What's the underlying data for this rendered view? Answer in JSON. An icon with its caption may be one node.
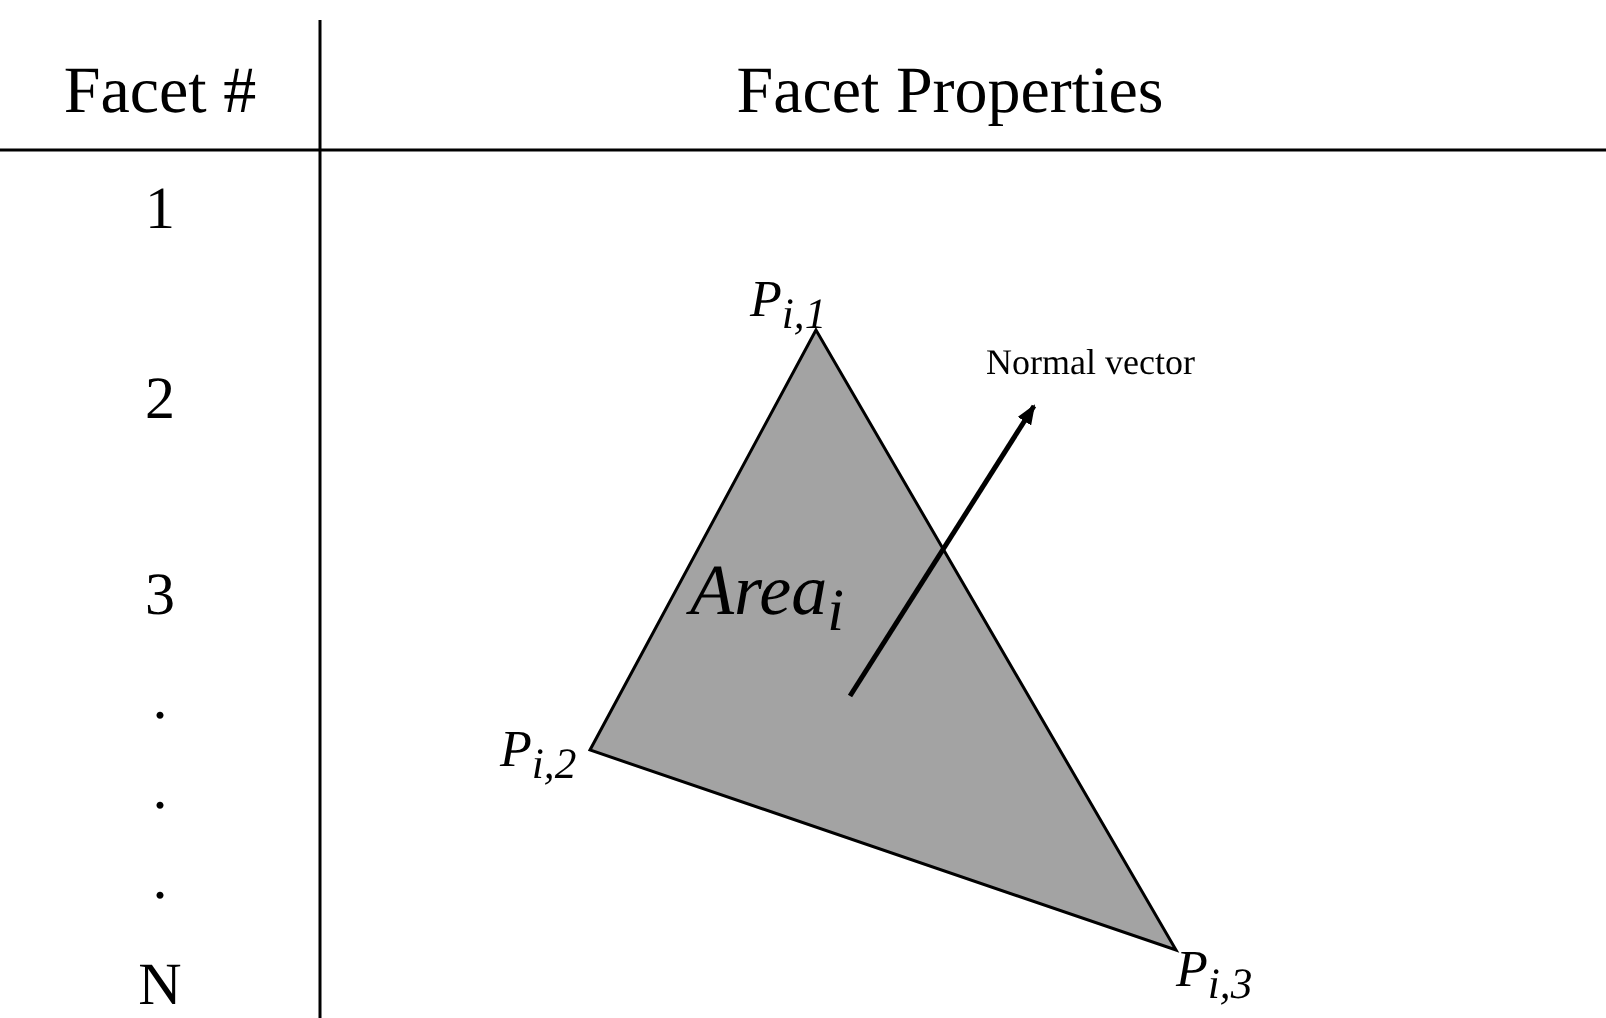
{
  "diagram": {
    "nodes": [
      {
        "text": [
          "Area$_{i}$"
        ]
      }
    ],
    "edges": [],
    "labels": [
      "Facet #",
      "Facet Properties",
      "1",
      "2",
      "3",
      ".",
      ".",
      ".",
      "N",
      "P$_{i,1}$",
      "Normal vector",
      "P$_{i,2}$",
      "P$_{i,3}$"
    ]
  }
}
